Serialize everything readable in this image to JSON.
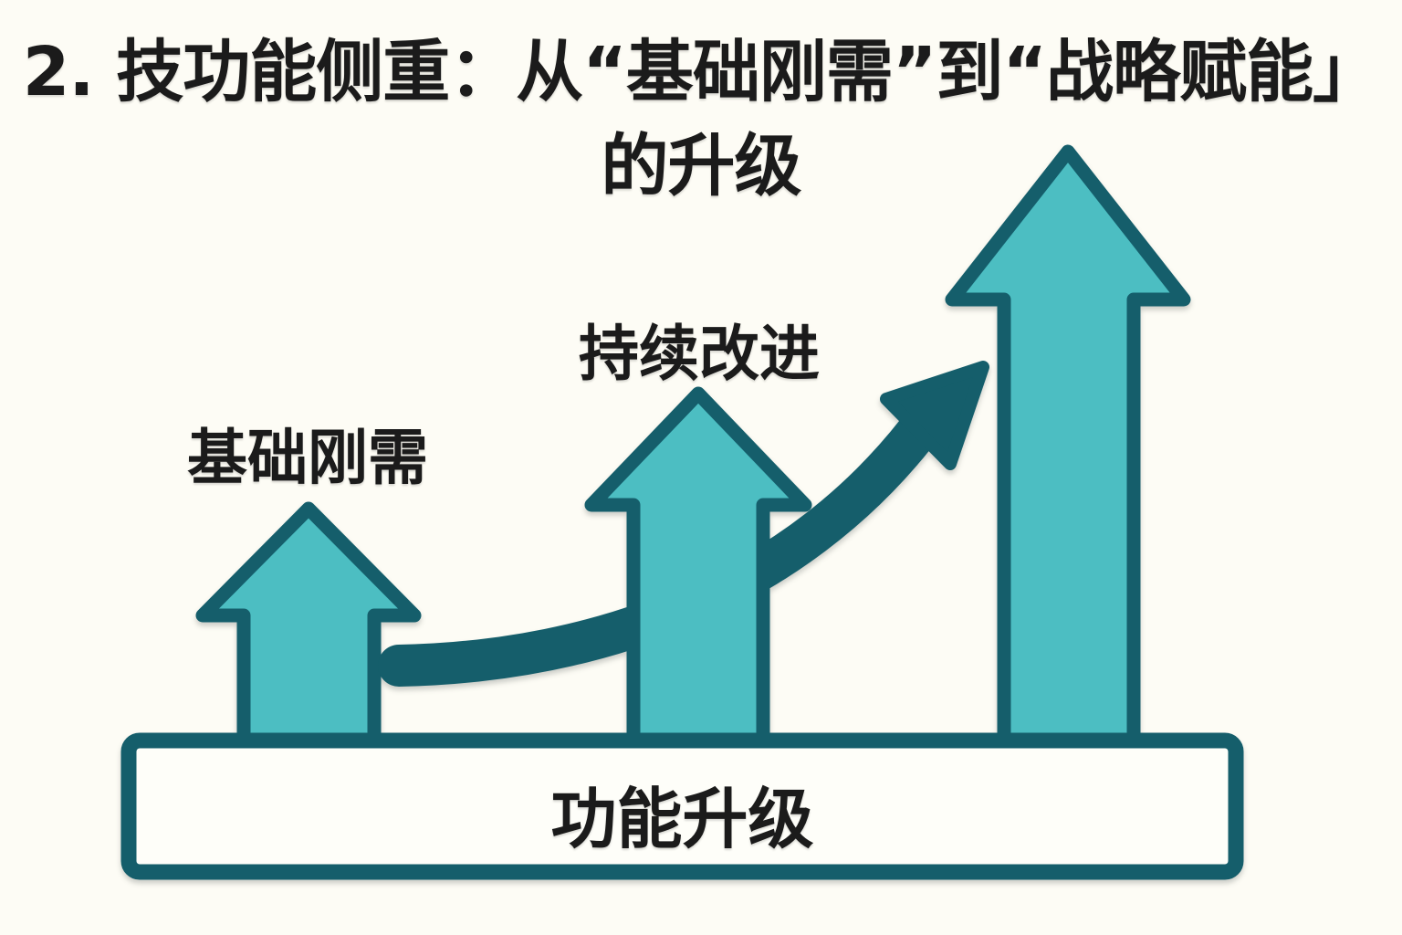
{
  "title": {
    "line1": "2. 技功能侧重：从“基础刚需”到“战略赋能」",
    "line2": "的升级"
  },
  "arrows": {
    "small_label": "基础刚需",
    "medium_label": "持续改进"
  },
  "baseline": {
    "label": "功能升级"
  },
  "figure": {
    "shapes": [
      "up-arrow-small",
      "up-arrow-medium",
      "up-arrow-large",
      "growth-curve-arrow",
      "baseline-box"
    ]
  },
  "colors": {
    "background": "#FDFCF5",
    "teal_fill": "#4CBEC2",
    "dark_teal": "#155E6B",
    "box_fill": "#FEFEF9",
    "text": "#1B1B1B"
  }
}
